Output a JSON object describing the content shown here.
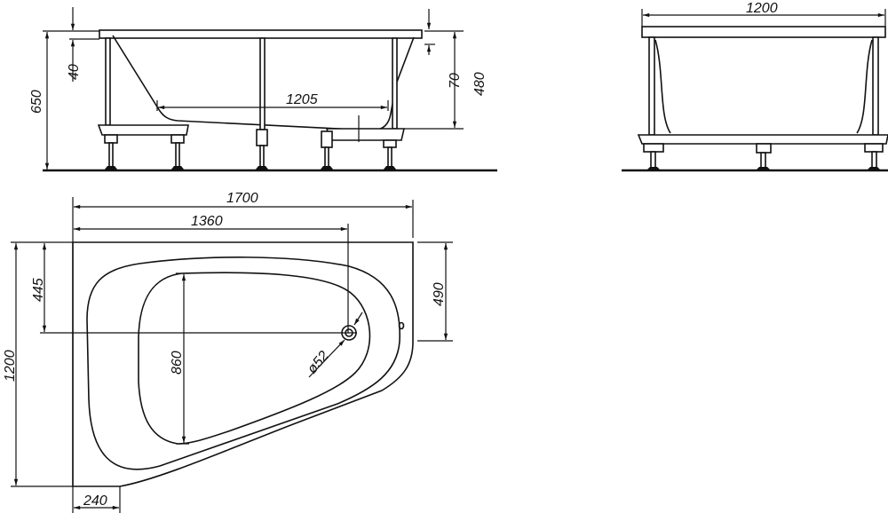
{
  "title": "Corner bathtub dimensional drawing",
  "side_view": {
    "total_height": "650",
    "rim_thickness": "40",
    "rim_depth_right": "70",
    "inner_depth": "480",
    "bottom_length": "1205"
  },
  "end_view": {
    "width": "1200"
  },
  "plan_view": {
    "overall_length": "1700",
    "drain_offset_x": "1360",
    "drain_offset_y": "445",
    "overall_width": "1200",
    "right_side_length": "490",
    "inner_width": "860",
    "drain_diameter": "ø52",
    "bottom_corner_offset": "240"
  }
}
